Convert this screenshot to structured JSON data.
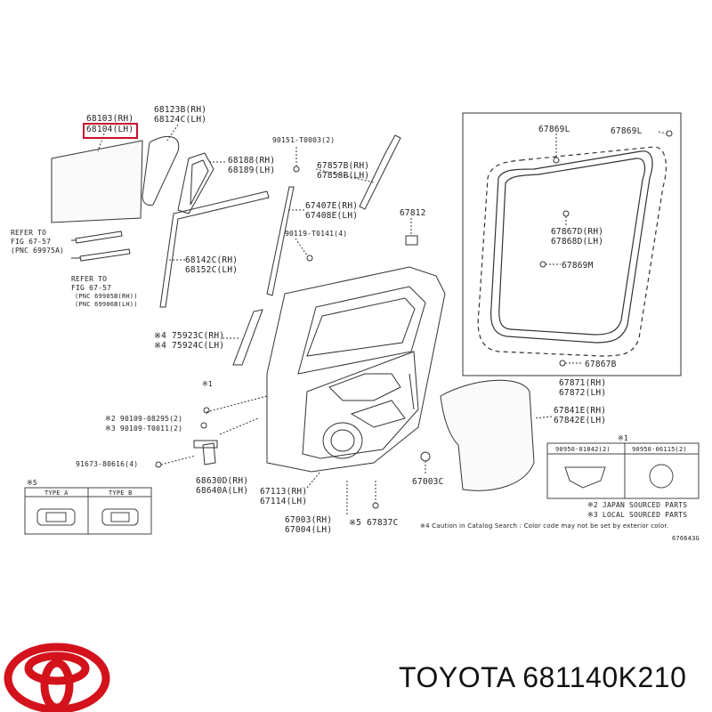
{
  "labels": {
    "glass_rh": "68103(RH)",
    "glass_lh": "68104(LH)",
    "quarter_rh": "68123B(RH)",
    "quarter_lh": "68124C(LH)",
    "weatherstrip_rh": "68188(RH)",
    "weatherstrip_lh": "68189(LH)",
    "refer1_line1": "REFER TO",
    "refer1_line2": "FIG 67-57",
    "refer1_line3": "(PNC 69975A)",
    "refer2_line1": "REFER TO",
    "refer2_line2": "FIG 67-57",
    "refer2_line3": "(PNC 69905B(RH))",
    "refer2_line4": "(PNC 69906B(LH))",
    "run_rh": "68142C(RH)",
    "run_lh": "68152C(LH)",
    "clip_90151": "90151-T0003(2)",
    "belt_rh": "67857B(RH)",
    "belt_lh": "67858B(LH)",
    "frame_rh": "67407E(RH)",
    "frame_lh": "67408E(LH)",
    "clip_90119": "90119-T0141(4)",
    "cover_67812": "67812",
    "tape_rh": "※4 75923C(RH)",
    "tape_lh": "※4 75924C(LH)",
    "mark_x1": "※1",
    "bolt_90109a": "※2 90109-08295(2)",
    "bolt_90109b": "※3 90109-T0011(2)",
    "screw_91673": "91673-80616(4)",
    "hinge_rh": "68630D(RH)",
    "hinge_lh": "68640A(LH)",
    "panel_rh": "67113(RH)",
    "panel_lh": "67114(LH)",
    "door_rh": "67003(RH)",
    "door_lh": "67004(LH)",
    "plug_67003c": "67003C",
    "clip_67837c": "※5 67837C",
    "weather_67869l_a": "67869L",
    "weather_67869l_b": "67869L",
    "weather_rh": "67867D(RH)",
    "weather_lh": "67868D(LH)",
    "clip_67869m": "67869M",
    "clip_67867b": "67867B",
    "opening_rh": "67871(RH)",
    "opening_lh": "67872(LH)",
    "seal_rh": "67841E(RH)",
    "seal_lh": "67842E(LH)",
    "mark_x5": "※5",
    "type_a": "TYPE A",
    "type_b": "TYPE B",
    "mark_x1b": "※1",
    "col1": "90950-01842(2)",
    "col2": "90950-06115(2)",
    "note1": "※2 JAPAN SOURCED PARTS",
    "note2": "※3 LOCAL SOURCED PARTS",
    "note3": "※4 Caution in Catalog Search : Color code may not be set by exterior color.",
    "fig_code": "676643G",
    "brand_caption": "TOYOTA 681140K210"
  },
  "colors": {
    "highlight": "#c8102e",
    "logo": "#d3121c",
    "line": "#333333"
  }
}
